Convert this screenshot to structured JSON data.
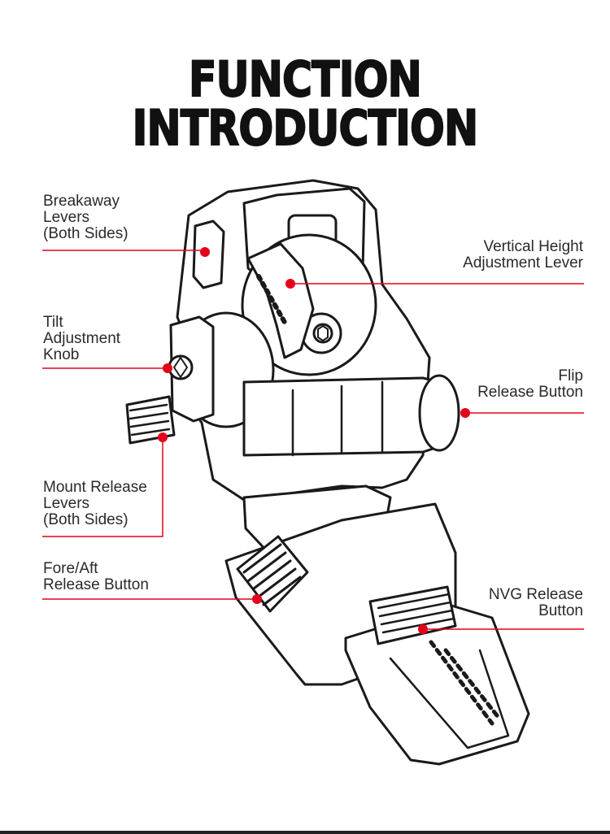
{
  "title": "FUNCTION INTRODUCTION",
  "colors": {
    "leader": "#e4001b",
    "dot": "#e4001b",
    "line_art": "#1a1a1a"
  },
  "labels": [
    {
      "id": "breakaway-levers",
      "lines": [
        "Breakaway",
        "Levers",
        "(Both Sides)"
      ]
    },
    {
      "id": "vertical-height",
      "lines": [
        "Vertical Height",
        "Adjustment Lever"
      ]
    },
    {
      "id": "tilt-knob",
      "lines": [
        "Tilt",
        "Adjustment",
        "Knob"
      ]
    },
    {
      "id": "flip-release",
      "lines": [
        "Flip",
        "Release Button"
      ]
    },
    {
      "id": "mount-release",
      "lines": [
        "Mount Release",
        "Levers",
        "(Both Sides)"
      ]
    },
    {
      "id": "fore-aft",
      "lines": [
        "Fore/Aft",
        "Release Button"
      ]
    },
    {
      "id": "nvg-release",
      "lines": [
        "NVG Release",
        "Button"
      ]
    }
  ]
}
